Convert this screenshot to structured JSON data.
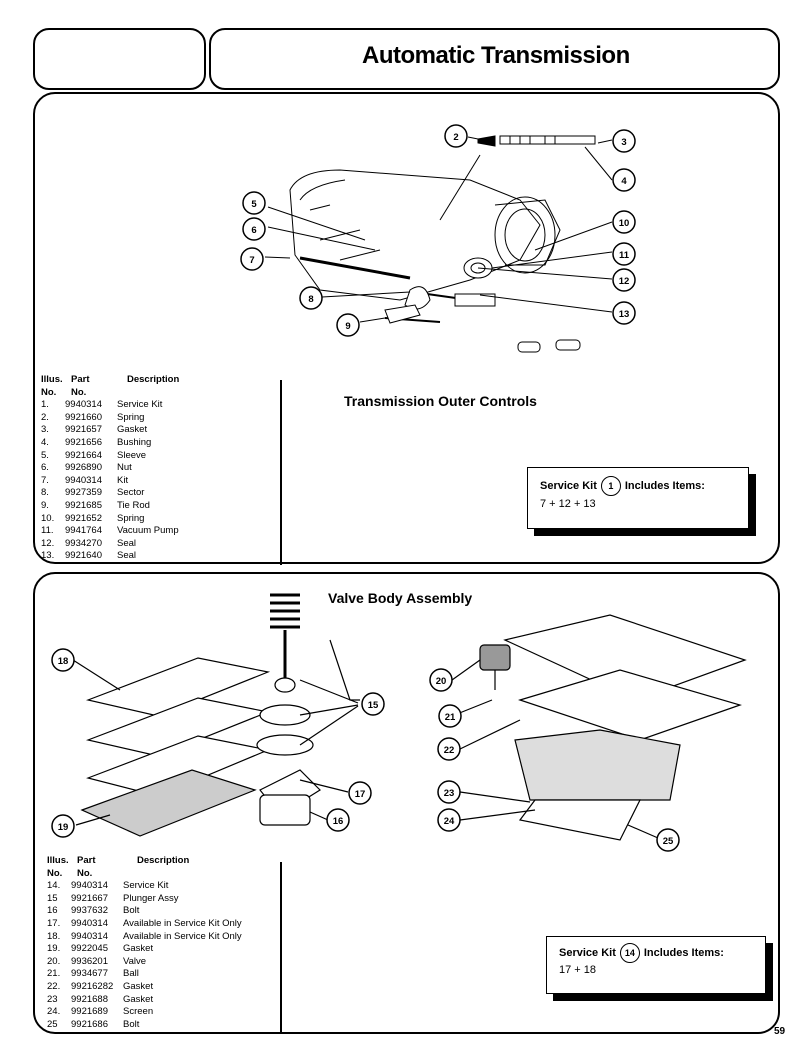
{
  "page_title": "Automatic Transmission",
  "page_number": "59",
  "outer": {
    "heading": "Transmission Outer Controls",
    "table_header": [
      "Illus.",
      "Part",
      "Description",
      "No.",
      "No."
    ],
    "rows": [
      [
        "1.",
        "9940314",
        "Service Kit"
      ],
      [
        "2.",
        "9921660",
        "Spring"
      ],
      [
        "3.",
        "9921657",
        "Gasket"
      ],
      [
        "4.",
        "9921656",
        "Bushing"
      ],
      [
        "5.",
        "9921664",
        "Sleeve"
      ],
      [
        "6.",
        "9926890",
        "Nut"
      ],
      [
        "7.",
        "9940314",
        "Kit"
      ],
      [
        "8.",
        "9927359",
        "Sector"
      ],
      [
        "9.",
        "9921685",
        "Tie Rod"
      ],
      [
        "10.",
        "9921652",
        "Spring"
      ],
      [
        "11.",
        "9941764",
        "Vacuum Pump"
      ],
      [
        "12.",
        "9934270",
        "Seal"
      ],
      [
        "13.",
        "9921640",
        "Seal"
      ]
    ],
    "kit": {
      "label": "Service Kit",
      "number": "1",
      "includes": "Includes Items:",
      "items": "7 + 12 + 13"
    },
    "callouts": [
      "2",
      "3",
      "4",
      "5",
      "6",
      "7",
      "8",
      "9",
      "10",
      "11",
      "12",
      "13"
    ]
  },
  "valve": {
    "heading": "Valve Body Assembly",
    "table_header": [
      "Illus.",
      "Part",
      "Description",
      "No.",
      "No."
    ],
    "rows": [
      [
        "14.",
        "9940314",
        "Service Kit"
      ],
      [
        "15",
        "9921667",
        "Plunger Assy"
      ],
      [
        "16",
        "9937632",
        "Bolt"
      ],
      [
        "17.",
        "9940314",
        "Available in Service Kit Only"
      ],
      [
        "18.",
        "9940314",
        "Available in Service Kit Only"
      ],
      [
        "19.",
        "9922045",
        "Gasket"
      ],
      [
        "20.",
        "9936201",
        "Valve"
      ],
      [
        "21.",
        "9934677",
        "Ball"
      ],
      [
        "22.",
        "99216282",
        "Gasket"
      ],
      [
        "23",
        "9921688",
        "Gasket"
      ],
      [
        "24.",
        "9921689",
        "Screen"
      ],
      [
        "25",
        "9921686",
        "Bolt"
      ]
    ],
    "kit": {
      "label": "Service Kit",
      "number": "14",
      "includes": "Includes Items:",
      "items": "17 + 18"
    },
    "callouts": [
      "15",
      "16",
      "17",
      "18",
      "19",
      "20",
      "21",
      "22",
      "23",
      "24",
      "25"
    ]
  }
}
